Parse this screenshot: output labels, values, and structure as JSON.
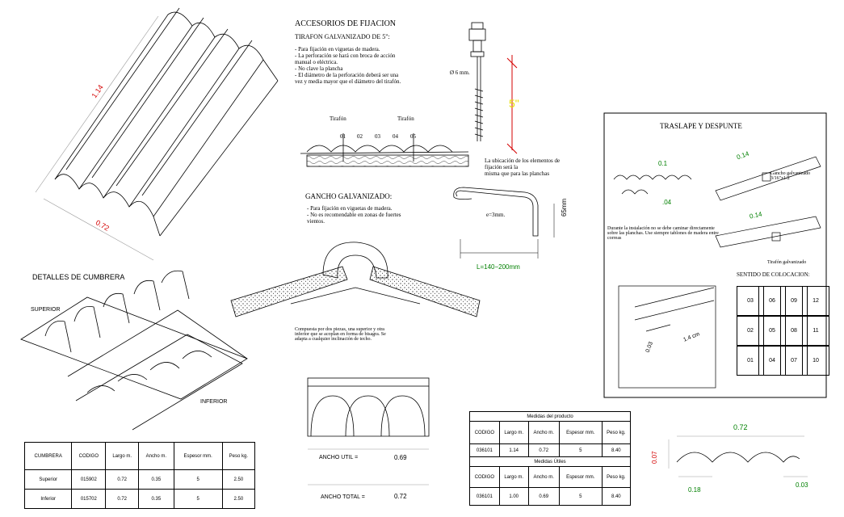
{
  "sheet": {
    "dim_length": "1.14",
    "dim_width": "0.72",
    "accessories": {
      "title": "ACCESORIOS DE FIJACION",
      "subtitle": "TIRAFON GALVANIZADO DE 5\":",
      "notes": [
        "- Para fijación en viguetas de madera.",
        "- La perforación se hará con broca de acción",
        "manual o eléctrica.",
        "- No clave la plancha",
        "- El diámetro de la perforación deberá ser una",
        "vez y media mayor que el diámetro del tirafón."
      ],
      "diameter": "Ø 6 mm.",
      "length_label": "5\"",
      "tirafon_left": "Tirafón",
      "tirafon_right": "Tirafón",
      "positions": [
        "01",
        "02",
        "03",
        "04",
        "05"
      ],
      "location_note": [
        "La ubicación de los elementos de",
        "fijación será la",
        "misma que para las planchas"
      ]
    },
    "hook": {
      "title": "GANCHO GALVANIZADO:",
      "notes": [
        "- Para fijación en viguetas de madera.",
        "- No es recomendable en zonas de fuertes",
        "vientos."
      ],
      "thickness": "e=3mm.",
      "height": "65mm",
      "length": "L=140−200mm"
    },
    "ridge": {
      "title": "DETALLES DE CUMBRERA",
      "upper": "SUPERIOR",
      "lower": "INFERIOR",
      "note": [
        "Compuesta por dos piezas, una superior y otra",
        "inferior que se acoplan en forma de bisagra. Se",
        "adapta a cualquier inclinación de techo."
      ]
    },
    "ridge_table": {
      "headers": [
        "CUMBRERA",
        "CODIGO",
        "Largo m.",
        "Ancho m.",
        "Espesor mm.",
        "Peso kg."
      ],
      "rows": [
        [
          "Superior",
          "015902",
          "0.72",
          "0.35",
          "5",
          "2.50"
        ],
        [
          "Inferior",
          "015702",
          "0.72",
          "0.35",
          "5",
          "2.50"
        ]
      ]
    },
    "profile": {
      "ancho_util_label": "ANCHO UTIL  =",
      "ancho_util_value": "0.69",
      "ancho_total_label": "ANCHO TOTAL =",
      "ancho_total_value": "0.72"
    },
    "product_table": {
      "title1": "Medidas del producto",
      "title2": "Medidas Útiles",
      "headers": [
        "CODIGO",
        "Largo m.",
        "Ancho m.",
        "Espesor mm.",
        "Peso kg."
      ],
      "row1": [
        "036101",
        "1.14",
        "0.72",
        "5",
        "8.40"
      ],
      "row2": [
        "036101",
        "1.00",
        "0.69",
        "5",
        "8.40"
      ]
    },
    "overlap": {
      "title": "TRASLAPE Y DESPUNTE",
      "dim_01": "0.1",
      "dim_04": ".04",
      "dim_014a": "0.14",
      "dim_014b": "0.14",
      "hook_label": [
        "Gancho galvanizado",
        "3/16\"x1/2"
      ],
      "install_note": [
        "Durante la instalación no se debe caminar directamente",
        "sobre las planchas. Use siempre tablones de madera entre",
        "correas"
      ],
      "tirafon_label": "Tirafón galvanizado",
      "sequence_title": "SENTIDO DE COLOCACION:",
      "cells": [
        "03",
        "06",
        "09",
        "12",
        "02",
        "05",
        "08",
        "11",
        "01",
        "04",
        "07",
        "10"
      ],
      "detail_dim_a": "0.03",
      "detail_dim_b": "1.4 cm"
    },
    "section": {
      "width": "0.72",
      "height": "0.07",
      "pitch": "0.18",
      "edge": "0.03"
    }
  },
  "colors": {
    "red": "#d40000",
    "green": "#008000",
    "yellow": "#e8e000"
  }
}
